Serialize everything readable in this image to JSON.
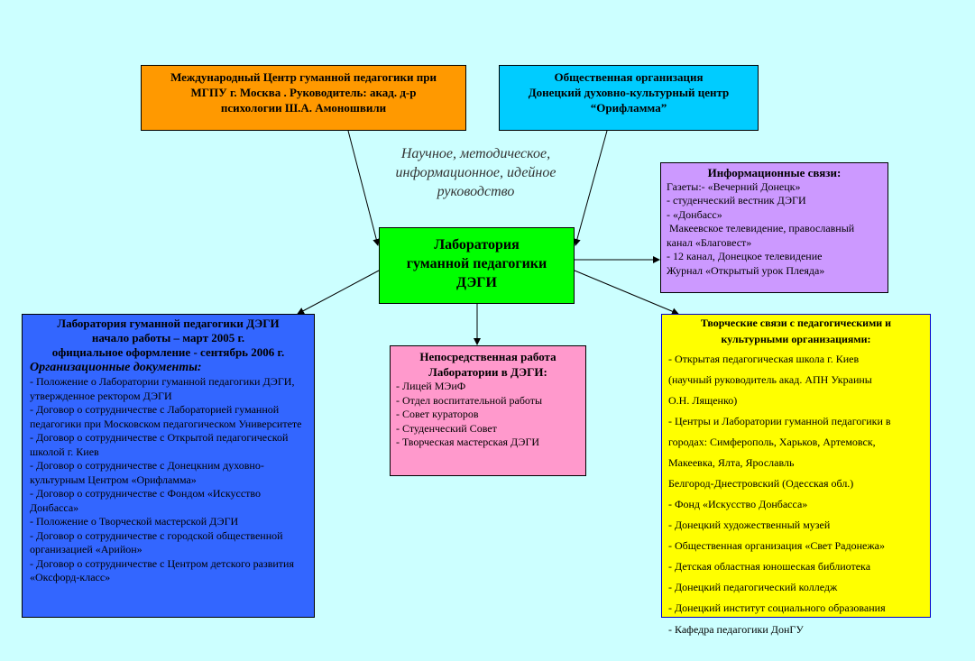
{
  "diagram": {
    "top_left_box": {
      "lines": [
        "Международный Центр гуманной педагогики при",
        "МГПУ г. Москва . Руководитель: акад. д-р",
        "психологии Ш.А. Амоношвили"
      ],
      "color": "#ff9900"
    },
    "top_right_box": {
      "lines": [
        "Общественная организация",
        "Донецкий духовно-культурный центр",
        "“Орифламма”"
      ],
      "color": "#00ccff"
    },
    "caption": {
      "lines": [
        "Научное, методическое,",
        "информационное, идейное",
        "руководство"
      ]
    },
    "center_box": {
      "lines": [
        "Лаборатория",
        "гуманной педагогики",
        "ДЭГИ"
      ],
      "color": "#00ff00"
    },
    "info_box": {
      "title": "Информационные связи:",
      "items": [
        "Газеты:- «Вечерний Донецк»",
        "-  студенческий вестник ДЭГИ",
        "- «Донбасс»",
        " Макеевское телевидение, православный",
        "канал «Благовест»",
        "- 12 канал, Донецкое телевидение",
        "Журнал «Открытый урок Плеяда»"
      ],
      "color": "#cc99ff"
    },
    "docs_box": {
      "header": [
        "Лаборатория гуманной педагогики ДЭГИ",
        "начало работы – март 2005 г.",
        "официальное оформление -  сентябрь 2006 г."
      ],
      "subtitle": "Организационные документы:",
      "items": [
        "- Положение о Лаборатории гуманной педагогики ДЭГИ, утвержденное ректором ДЭГИ",
        "- Договор о сотрудничестве с Лабораторией гуманной педагогики при Московском педагогическом Университете",
        "- Договор о сотрудничестве с Открытой педагогической школой г. Киев",
        "- Договор о сотрудничестве с Донецкним духовно-культурным Центром «Орифламма»",
        "- Договор о сотрудничестве с  Фондом «Искусство Донбасса»",
        "- Положение о Творческой мастерской ДЭГИ",
        "- Договор о сотрудничестве с городской общественной организацией «Арийон»",
        "- Договор о сотрудничестве с Центром детского развития «Оксфорд-класс»"
      ],
      "color": "#3366ff"
    },
    "work_box": {
      "title": [
        "Непосредственная работа",
        "Лаборатории в ДЭГИ:"
      ],
      "items": [
        "- Лицей МЭиФ",
        "- Отдел воспитательной работы",
        "- Совет кураторов",
        "- Студенческий Совет",
        "- Творческая мастерская ДЭГИ"
      ],
      "color": "#ff99cc"
    },
    "creative_box": {
      "title": [
        "Творческие связи с педагогическими и",
        "культурными организациями:"
      ],
      "items": [
        "- Открытая педагогическая школа г. Киев",
        "(научный руководитель  акад. АПН Украины",
        "О.Н. Лященко)",
        "- Центры и Лаборатории гуманной педагогики в",
        "городах: Симферополь, Харьков, Артемовск,",
        "Макеевка, Ялта, Ярославль",
        "Белгород-Днестровский (Одесская обл.)",
        "- Фонд «Искусство Донбасса»",
        "- Донецкий художественный музей",
        "- Общественная организация «Свет Радонежа»",
        "- Детская областная юношеская библиотека",
        "- Донецкий педагогический колледж",
        "- Донецкий институт  социального образования"
      ],
      "outside_item": "- Кафедра педагогики ДонГУ",
      "color": "#ffff00"
    },
    "background_color": "#ccffff"
  }
}
